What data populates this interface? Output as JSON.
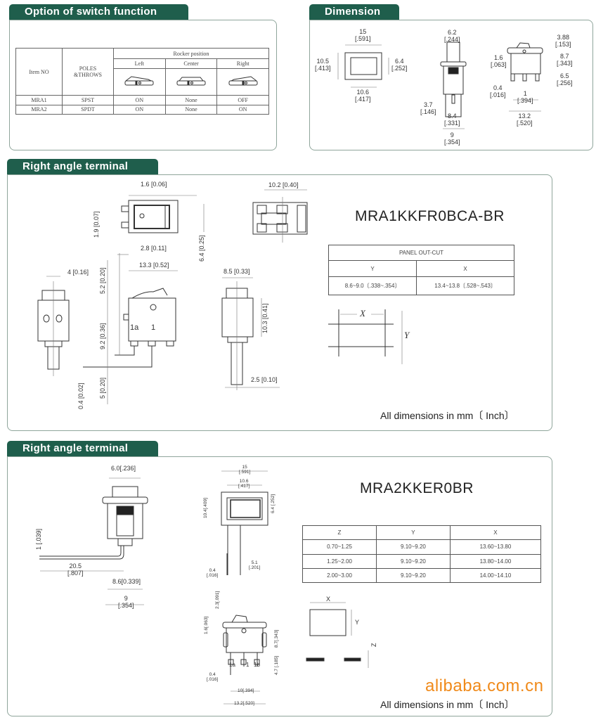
{
  "sections": {
    "options": {
      "title": "Option of switch function"
    },
    "dimension": {
      "title": "Dimension"
    },
    "right_angle_1": {
      "title": "Right angle terminal"
    },
    "right_angle_2": {
      "title": "Right angle terminal"
    }
  },
  "option_table": {
    "headers": {
      "item_no": "Item NO",
      "poles": "POLES",
      "throws": "&THROWS",
      "rocker_position": "Rocker position",
      "left": "Left",
      "center": "Center",
      "right": "Right"
    },
    "rows": [
      {
        "item": "MRA1",
        "poles": "SPST",
        "left": "ON",
        "center": "None",
        "right": "OFF"
      },
      {
        "item": "MRA2",
        "poles": "SPDT",
        "left": "ON",
        "center": "None",
        "right": "ON"
      }
    ]
  },
  "dimension_labels": [
    {
      "mm": "15",
      "in": "[.591]"
    },
    {
      "mm": "10.5",
      "in": "[.413]"
    },
    {
      "mm": "6.4",
      "in": "[.252]"
    },
    {
      "mm": "10.6",
      "in": "[.417]"
    },
    {
      "mm": "6.2",
      "in": "[.244]"
    },
    {
      "mm": "3.7",
      "in": "[.146]"
    },
    {
      "mm": "8.4",
      "in": "[.331]"
    },
    {
      "mm": "9",
      "in": "[.354]"
    },
    {
      "mm": "3.88",
      "in": "[.153]"
    },
    {
      "mm": "1.6",
      "in": "[.063]"
    },
    {
      "mm": "8.7",
      "in": "[.343]"
    },
    {
      "mm": "6.5",
      "in": "[.256]"
    },
    {
      "mm": "0.4",
      "in": "[.016]"
    },
    {
      "mm": "1",
      "in": "[.394]"
    },
    {
      "mm": "13.2",
      "in": "[.520]"
    }
  ],
  "ra1": {
    "model": "MRA1KKFR0BCA-BR",
    "labels": [
      "1.6 [0.06]",
      "10.2 [0.40]",
      "1.9 [0.07]",
      "6.4 [0.25]",
      "2.8 [0.11]",
      "13.3 [0.52]",
      "4 [0.16]",
      "5.2 [0.20]",
      "8.5 [0.33]",
      "9.2 [0.36]",
      "10.3 [0.41]",
      "1a",
      "1",
      "2.5 [0.10]",
      "0.4 [0.02]",
      "5 [0.20]"
    ],
    "panel_cutout": {
      "title": "PANEL OUT-CUT",
      "y_header": "Y",
      "x_header": "X",
      "y_value": "8.6~9.0〔.338~.354〕",
      "x_value": "13.4~13.8〔.528~.543〕"
    },
    "cutout_x": "X",
    "cutout_y": "Y",
    "note": "All dimensions in mm〔 Inch〕"
  },
  "ra2": {
    "model": "MRA2KKER0BR",
    "labels": [
      {
        "mm": "6.0[.236]"
      },
      {
        "mm": "1",
        "in": "[.039]"
      },
      {
        "mm": "20.5",
        "in": "[.807]"
      },
      {
        "mm": "8.6[0.339]"
      },
      {
        "mm": "9",
        "in": "[.354]"
      },
      {
        "mm": "15",
        "in": "[.591]"
      },
      {
        "mm": "10.6",
        "in": "[.417]"
      },
      {
        "mm": "10.4[.409]"
      },
      {
        "mm": "6.4",
        "in": "[.252]"
      },
      {
        "mm": "0.4",
        "in": "[.016]"
      },
      {
        "mm": "5.1",
        "in": "[.201]"
      },
      {
        "mm": "2.3[.091]"
      },
      {
        "mm": "1.6[.063]"
      },
      {
        "mm": "8.7[.343]"
      },
      {
        "mm": "4.7",
        "in": "[.185]"
      },
      {
        "mm": "0.4",
        "in": "[.016]"
      },
      {
        "mm": "10[.394]"
      },
      {
        "mm": "13.2[.520]"
      },
      {
        "mm": "1a"
      },
      {
        "mm": "1"
      },
      {
        "mm": "1b"
      }
    ],
    "table": {
      "headers": [
        "Z",
        "Y",
        "X"
      ],
      "rows": [
        [
          "0.70~1.25",
          "9.10~9.20",
          "13.60~13.80"
        ],
        [
          "1.25~2.00",
          "9.10~9.20",
          "13.80~14.00"
        ],
        [
          "2.00~3.00",
          "9.10~9.20",
          "14.00~14.10"
        ]
      ]
    },
    "cutout_x": "X",
    "cutout_y": "Y",
    "cutout_z": "Z",
    "note": "All dimensions in mm〔 Inch〕"
  },
  "watermark": "alibaba.com.cn"
}
